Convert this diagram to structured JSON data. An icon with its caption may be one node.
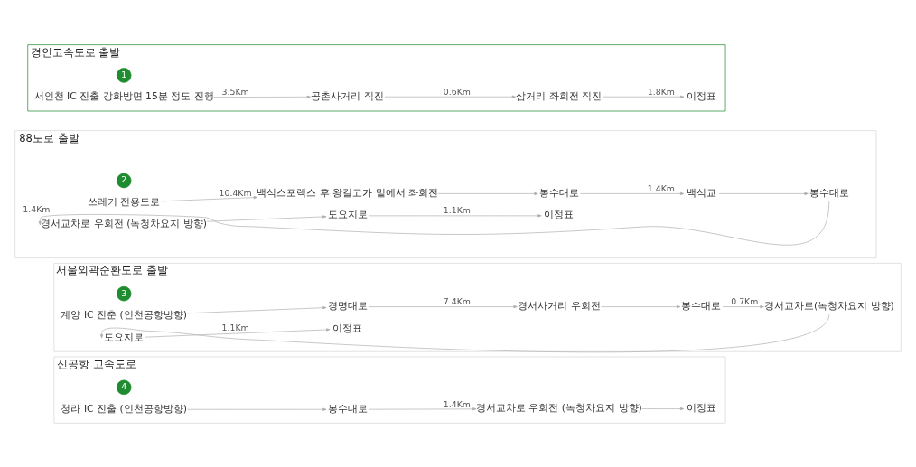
{
  "diagram": {
    "nodes": [
      {
        "text": [
          "경인고속도로 출발"
        ]
      },
      {
        "text": [
          "1"
        ],
        "in": 0
      },
      {
        "text": [
          "서인천 IC 진출 강화방면 15분 정도 진행"
        ],
        "in": 0
      },
      {
        "text": [
          "공촌사거리 직진"
        ],
        "in": 0
      },
      {
        "text": [
          "삼거리 좌회전 직진"
        ],
        "in": 0
      },
      {
        "text": [
          "이정표"
        ],
        "in": 0
      },
      {
        "text": [
          "88도로 출발"
        ]
      },
      {
        "text": [
          "2"
        ],
        "in": 6
      },
      {
        "text": [
          "쓰레기 전용도로"
        ],
        "in": 6
      },
      {
        "text": [
          "백석스포렉스 후 왕길고가 밑에서 좌회전"
        ],
        "in": 6
      },
      {
        "text": [
          "봉수대로"
        ],
        "in": 6
      },
      {
        "text": [
          "백석교"
        ],
        "in": 6
      },
      {
        "text": [
          "봉수대로"
        ],
        "in": 6
      },
      {
        "text": [
          "경서교차로 우회전 (녹청차요지 방향)"
        ],
        "in": 6
      },
      {
        "text": [
          "도요지로"
        ],
        "in": 6
      },
      {
        "text": [
          "이정표"
        ],
        "in": 6
      },
      {
        "text": [
          "서울외곽순환도로 출발"
        ]
      },
      {
        "text": [
          "3"
        ],
        "in": 16
      },
      {
        "text": [
          "계양 IC 진춘 (인천공항방향)"
        ],
        "in": 16
      },
      {
        "text": [
          "경명대로"
        ],
        "in": 16
      },
      {
        "text": [
          "경서사거리 우회전"
        ],
        "in": 16
      },
      {
        "text": [
          "봉수대로"
        ],
        "in": 16
      },
      {
        "text": [
          "경서교차로(녹청차요지 방향)"
        ],
        "in": 16
      },
      {
        "text": [
          "도요지로"
        ],
        "in": 16
      },
      {
        "text": [
          "이정표"
        ],
        "in": 16
      },
      {
        "text": [
          "신공항 고속도로"
        ]
      },
      {
        "text": [
          "4"
        ],
        "in": 25
      },
      {
        "text": [
          "청라 IC 진출 (인천공항방향)"
        ],
        "in": 25
      },
      {
        "text": [
          "봉수대로"
        ],
        "in": 25
      },
      {
        "text": [
          "경서교차로 우회전 (녹청차요지 방향)"
        ],
        "in": 25
      },
      {
        "text": [
          "이정표"
        ],
        "in": 25
      }
    ],
    "edges": [
      {
        "from": 2,
        "to": 3,
        "arrow": "to",
        "label": "3.5Km"
      },
      {
        "from": 3,
        "to": 4,
        "arrow": "to",
        "label": "0.6Km"
      },
      {
        "from": 4,
        "to": 5,
        "arrow": "to",
        "label": "1.8Km"
      },
      {
        "from": 8,
        "to": 9,
        "arrow": "to",
        "label": "10.4Km"
      },
      {
        "from": 9,
        "to": 10,
        "arrow": "to"
      },
      {
        "from": 10,
        "to": 11,
        "arrow": "to",
        "label": "1.4Km"
      },
      {
        "from": 11,
        "to": 12,
        "arrow": "to"
      },
      {
        "from": 12,
        "to": 13,
        "arrow": "to",
        "label": "1.4Km"
      },
      {
        "from": 13,
        "to": 14,
        "arrow": "to"
      },
      {
        "from": 14,
        "to": 15,
        "arrow": "to",
        "label": "1.1Km"
      },
      {
        "from": 18,
        "to": 19,
        "arrow": "to"
      },
      {
        "from": 19,
        "to": 20,
        "arrow": "to",
        "label": "7.4Km"
      },
      {
        "from": 20,
        "to": 21,
        "arrow": "to"
      },
      {
        "from": 21,
        "to": 22,
        "arrow": "to",
        "label": "0.7Km"
      },
      {
        "from": 22,
        "to": 23,
        "arrow": "to"
      },
      {
        "from": 23,
        "to": 24,
        "arrow": "to",
        "label": "1.1Km"
      },
      {
        "from": 27,
        "to": 28,
        "arrow": "to"
      },
      {
        "from": 28,
        "to": 29,
        "arrow": "to",
        "label": "1.4Km"
      },
      {
        "from": 29,
        "to": 30,
        "arrow": "to"
      }
    ]
  }
}
